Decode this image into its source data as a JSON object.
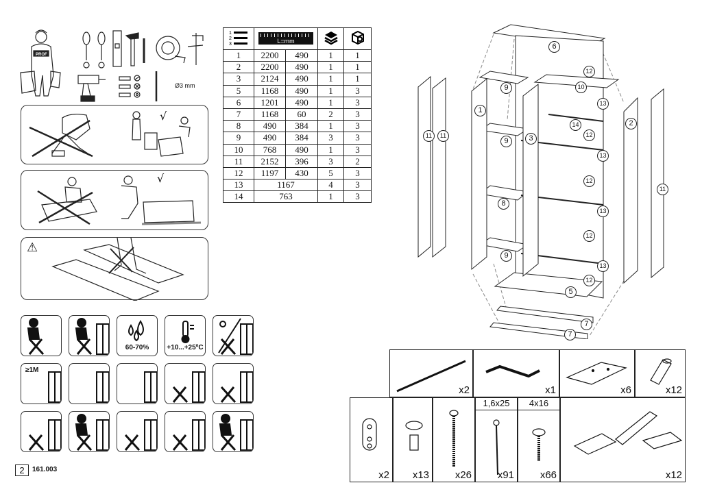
{
  "tools": {
    "drill_bit_label": "Ø3 mm",
    "mascot_text": "PROF",
    "items": [
      "person-with-toolbox",
      "flat-screwdriver",
      "phillips-screwdriver",
      "spirit-level",
      "hammer",
      "pencil",
      "tape-measure",
      "clamp",
      "cordless-drill",
      "flat-bit",
      "phillips-bit",
      "hex-bit",
      "drill-bit"
    ]
  },
  "instruction_panels": [
    {
      "id": "unpacking",
      "wrong": "opening box with knife",
      "right": "unpacking carefully",
      "check": "√"
    },
    {
      "id": "assembly-surface",
      "wrong": "hammering on box",
      "right": "assembling on protected floor",
      "check": "√"
    },
    {
      "id": "do-not-step",
      "warning_icon": "⚠",
      "description": "do not step on panels"
    }
  ],
  "parts_table": {
    "headers": [
      "part-number-icon",
      "dimensions-icon",
      "",
      "quantity-icon",
      "package-icon"
    ],
    "ruler_label": "L=mm",
    "rows": [
      {
        "part": "1",
        "length": "2200",
        "width": "490",
        "qty": "1",
        "pkg": "1"
      },
      {
        "part": "2",
        "length": "2200",
        "width": "490",
        "qty": "1",
        "pkg": "1"
      },
      {
        "part": "3",
        "length": "2124",
        "width": "490",
        "qty": "1",
        "pkg": "1"
      },
      {
        "part": "5",
        "length": "1168",
        "width": "490",
        "qty": "1",
        "pkg": "3"
      },
      {
        "part": "6",
        "length": "1201",
        "width": "490",
        "qty": "1",
        "pkg": "3"
      },
      {
        "part": "7",
        "length": "1168",
        "width": "60",
        "qty": "2",
        "pkg": "3"
      },
      {
        "part": "8",
        "length": "490",
        "width": "384",
        "qty": "1",
        "pkg": "3"
      },
      {
        "part": "9",
        "length": "490",
        "width": "384",
        "qty": "3",
        "pkg": "3"
      },
      {
        "part": "10",
        "length": "768",
        "width": "490",
        "qty": "1",
        "pkg": "3"
      },
      {
        "part": "11",
        "length": "2152",
        "width": "396",
        "qty": "3",
        "pkg": "2"
      },
      {
        "part": "12",
        "length": "1197",
        "width": "430",
        "qty": "5",
        "pkg": "3"
      },
      {
        "part": "13",
        "length": "1167",
        "width": "",
        "qty": "4",
        "pkg": "3"
      },
      {
        "part": "14",
        "length": "763",
        "width": "",
        "qty": "1",
        "pkg": "3"
      }
    ]
  },
  "warnings": {
    "humidity": "60-70%",
    "temperature": "+10...+25ºC",
    "distance": "≥1M",
    "icons": [
      "no-sitting",
      "no-standing",
      "humidity",
      "temperature",
      "no-direct-sun",
      "distance-from-heater",
      "furniture-in-room",
      "level-installation",
      "no-wet-cleaning",
      "no-chemicals",
      "no-hanging",
      "no-pushing",
      "no-hitting",
      "no-overloading",
      "no-climbing"
    ]
  },
  "footer": {
    "page_number": "2",
    "document_code": "161.003"
  },
  "exploded_view": {
    "callouts": [
      "1",
      "2",
      "3",
      "5",
      "6",
      "7",
      "7",
      "8",
      "9",
      "9",
      "9",
      "10",
      "11",
      "11",
      "11",
      "12",
      "12",
      "12",
      "12",
      "12",
      "13",
      "13",
      "13",
      "13",
      "14"
    ]
  },
  "hardware": {
    "row1": [
      {
        "name": "hanging-rail",
        "qty": "x2"
      },
      {
        "name": "hex-key",
        "qty": "x1"
      },
      {
        "name": "drawer-slide-plate",
        "qty": "x6"
      },
      {
        "name": "shelf-pin",
        "qty": "x12"
      }
    ],
    "row2": [
      {
        "name": "rail-bracket",
        "qty": "x2"
      },
      {
        "name": "cam-lock",
        "qty": "x13"
      },
      {
        "name": "confirmat-screw",
        "qty": "x26"
      },
      {
        "name": "nail",
        "size": "1,6x25",
        "qty": "x91"
      },
      {
        "name": "wood-screw",
        "size": "4x16",
        "qty": "x66"
      },
      {
        "name": "hinge",
        "qty": "x12"
      }
    ]
  }
}
